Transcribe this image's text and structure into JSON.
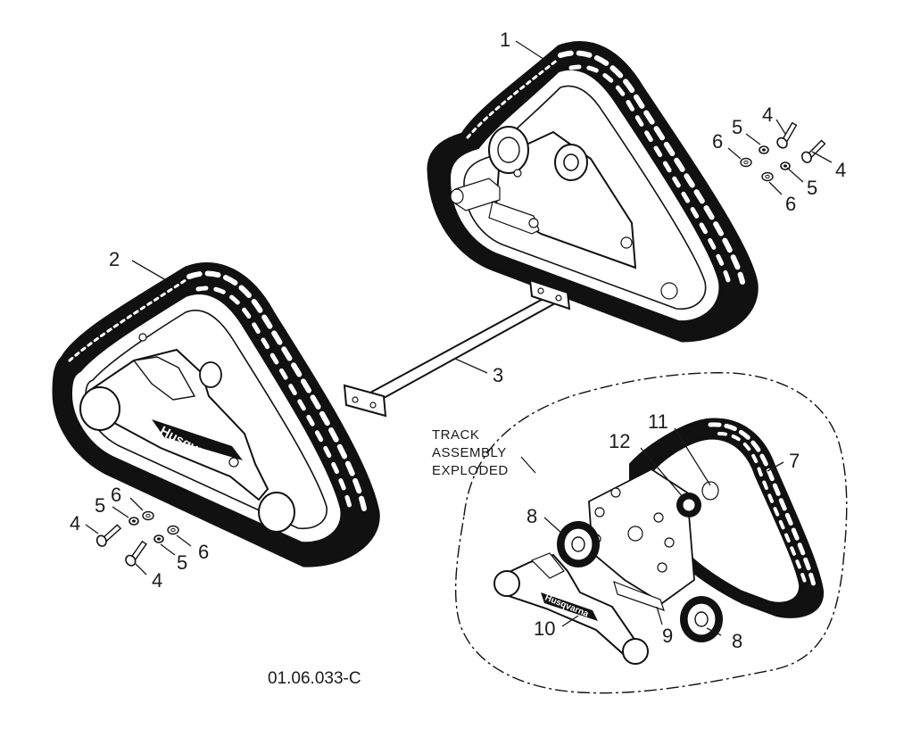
{
  "callouts": {
    "c1": "1",
    "c2": "2",
    "c3": "3",
    "c4a": "4",
    "c4b": "4",
    "c4c": "4",
    "c4d": "4",
    "c5a": "5",
    "c5b": "5",
    "c5c": "5",
    "c5d": "5",
    "c6a": "6",
    "c6b": "6",
    "c6c": "6",
    "c6d": "6",
    "c7": "7",
    "c8a": "8",
    "c8b": "8",
    "c9": "9",
    "c10": "10",
    "c11": "11",
    "c12": "12"
  },
  "exploded_note": {
    "line1": "TRACK",
    "line2": "ASSEMBLY",
    "line3": "EXPLODED"
  },
  "brand": {
    "logo_text": "Husqvarna"
  },
  "figure_code": "01.06.033-C",
  "colors": {
    "ink": "#111111",
    "paper": "#ffffff",
    "tread": "#111111"
  }
}
